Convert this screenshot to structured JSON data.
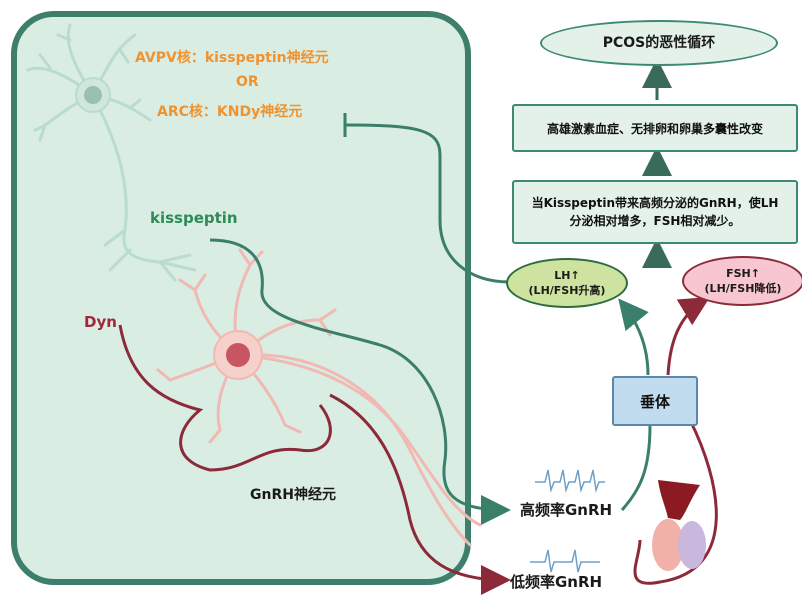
{
  "title_ellipse": "PCOS的恶性循环",
  "box_top": "高雄激素血症、无排卵和卵巢多囊性改变",
  "box_mid_line1": "当Kisspeptin带来高频分泌的GnRH，使LH",
  "box_mid_line2": "分泌相对增多，FSH相对减少。",
  "lh": {
    "line1": "LH↑",
    "line2": "(LH/FSH升高)"
  },
  "fsh": {
    "line1": "FSH↑",
    "line2": "(LH/FSH降低)"
  },
  "pituitary": "垂体",
  "avpv": "AVPV核：kisspeptin神经元",
  "or": "OR",
  "arc": "ARC核：KNDy神经元",
  "kisspeptin": "kisspeptin",
  "dyn": "Dyn",
  "gnrh_neuron": "GnRH神经元",
  "high_freq": "高频率GnRH",
  "low_freq": "低频率GnRH",
  "colors": {
    "panel": "#daede3",
    "panel_border": "#3d7f6c",
    "green_path": "#3a7f6a",
    "red_path": "#8c2a3a",
    "orange_text": "#f0922e",
    "lh_fill": "#cfe3a0",
    "fsh_fill": "#f7c6d0",
    "pituitary_fill": "#c2dcef"
  }
}
